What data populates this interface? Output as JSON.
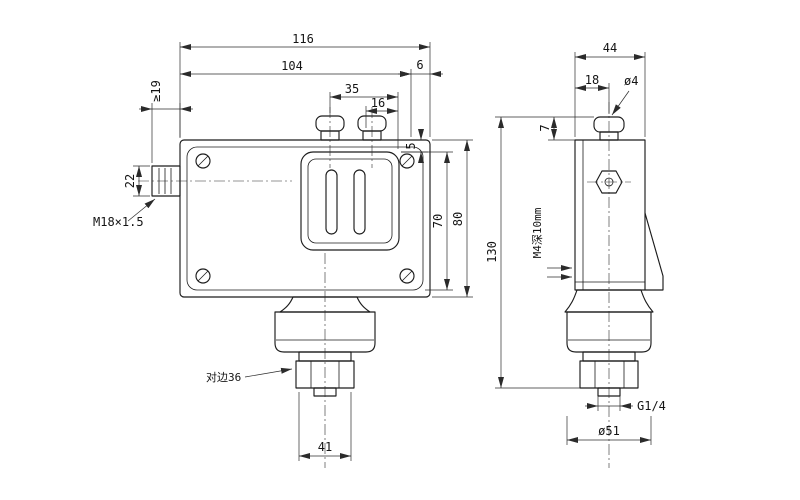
{
  "drawing": {
    "kind": "technical dimensional drawing, pressure switch, two orthographic views",
    "colors": {
      "line": "#1c1c1c",
      "background": "#ffffff"
    },
    "views": {
      "front": {
        "labels": {
          "dim_116": "116",
          "dim_104": "104",
          "dim_6": "6",
          "dim_35": "35",
          "dim_16": "16",
          "dim_min19": "≥19",
          "dim_22": "22",
          "dim_5": "5",
          "dim_70": "70",
          "dim_80": "80",
          "dim_41": "41",
          "thread": "M18×1.5",
          "hex_flats": "对边36"
        }
      },
      "side": {
        "labels": {
          "dim_44": "44",
          "dim_18": "18",
          "hole_dia": "ø4",
          "dim_7": "7",
          "dim_130": "130",
          "screw_note": "M4深10mm",
          "thread": "G1/4",
          "base_dia": "ø51"
        }
      }
    }
  }
}
